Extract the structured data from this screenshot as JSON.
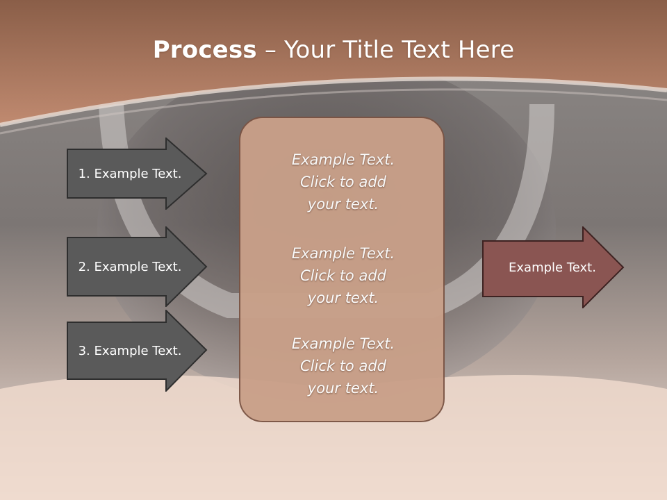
{
  "slide": {
    "title_bold": "Process",
    "title_rest": " – Your Title Text Here"
  },
  "left_arrows": [
    {
      "label": "1. Example Text."
    },
    {
      "label": "2. Example Text."
    },
    {
      "label": "3. Example Text."
    }
  ],
  "center_box": {
    "blocks": [
      {
        "line1": "Example Text.",
        "line2": "Click  to add",
        "line3": "your text."
      },
      {
        "line1": "Example Text.",
        "line2": "Click  to add",
        "line3": "your text."
      },
      {
        "line1": "Example Text.",
        "line2": "Click  to add",
        "line3": "your text."
      }
    ]
  },
  "right_arrow": {
    "label": "Example Text."
  },
  "colors": {
    "header": "#b5846a",
    "left_arrow_fill": "#5a5a5a",
    "center_box_fill": "#c9a089",
    "right_arrow_fill": "#8a5552"
  }
}
